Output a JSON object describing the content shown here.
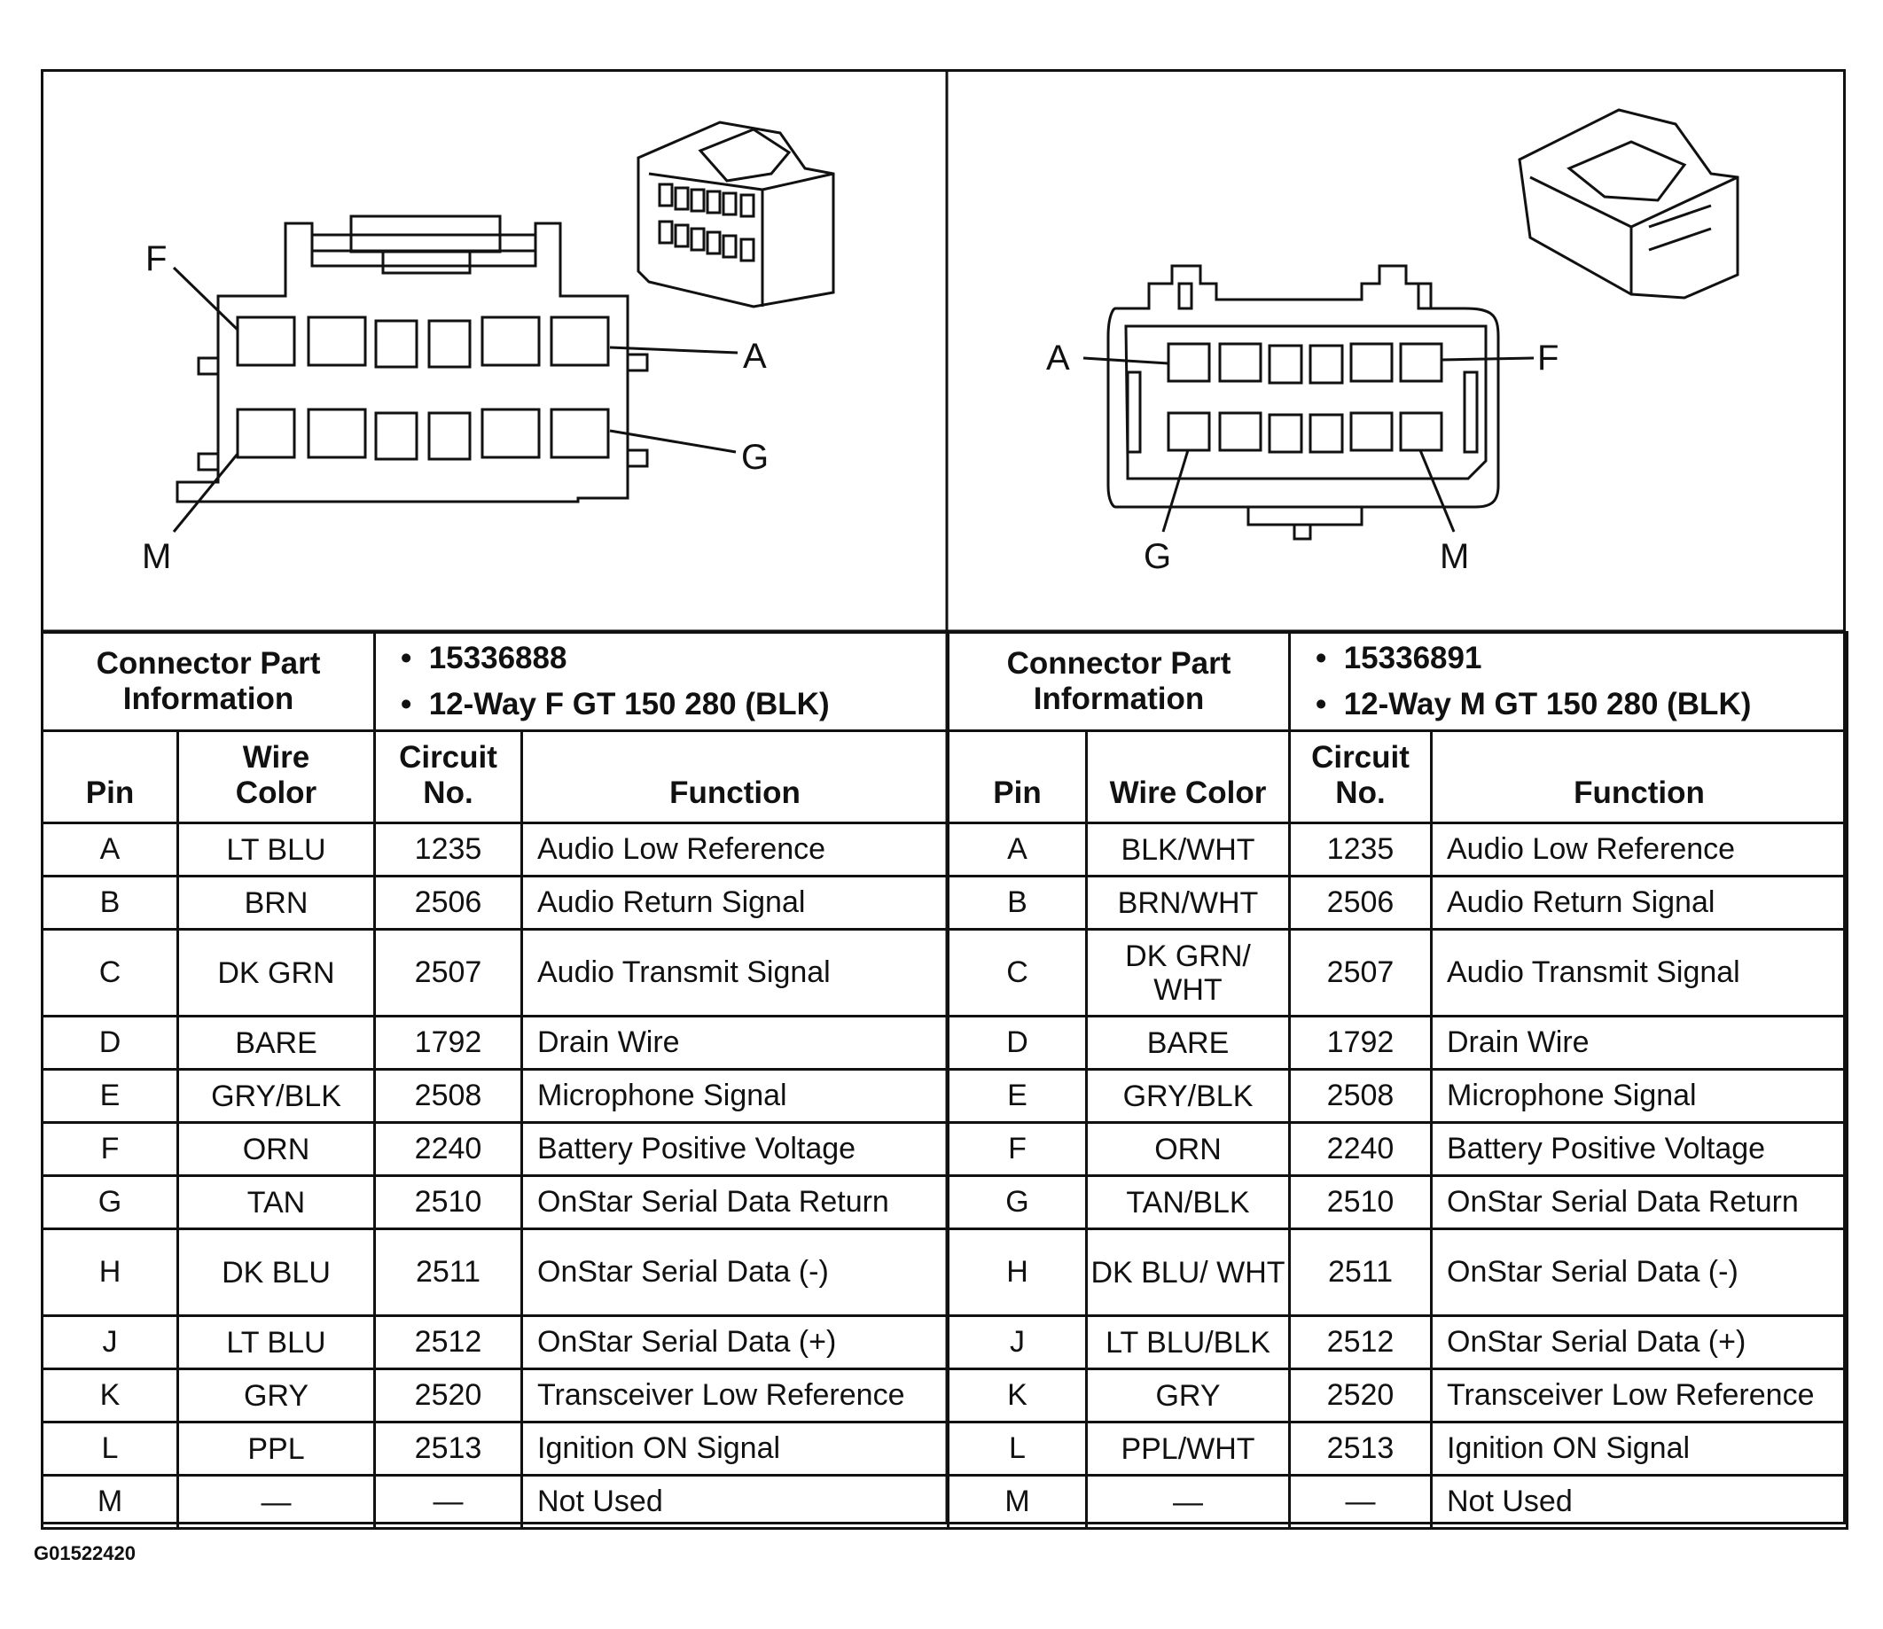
{
  "left": {
    "info_label": "Connector Part Information",
    "part_numbers": [
      "15336888",
      "12-Way F GT 150 280 (BLK)"
    ],
    "headers": {
      "pin": "Pin",
      "wire_color": "Wire Color",
      "circuit": "Circuit No.",
      "function": "Function"
    },
    "pin_labels": {
      "top_left": "F",
      "top_right": "A",
      "bottom_right": "G",
      "bottom_left": "M"
    },
    "rows": [
      {
        "pin": "A",
        "wire_color": "LT BLU",
        "circuit": "1235",
        "function": "Audio Low Reference"
      },
      {
        "pin": "B",
        "wire_color": "BRN",
        "circuit": "2506",
        "function": "Audio Return Signal"
      },
      {
        "pin": "C",
        "wire_color": "DK GRN",
        "circuit": "2507",
        "function": "Audio Transmit Signal"
      },
      {
        "pin": "D",
        "wire_color": "BARE",
        "circuit": "1792",
        "function": "Drain Wire"
      },
      {
        "pin": "E",
        "wire_color": "GRY/BLK",
        "circuit": "2508",
        "function": "Microphone Signal"
      },
      {
        "pin": "F",
        "wire_color": "ORN",
        "circuit": "2240",
        "function": "Battery Positive Voltage"
      },
      {
        "pin": "G",
        "wire_color": "TAN",
        "circuit": "2510",
        "function": "OnStar Serial Data Return"
      },
      {
        "pin": "H",
        "wire_color": "DK BLU",
        "circuit": "2511",
        "function": "OnStar Serial Data (-)"
      },
      {
        "pin": "J",
        "wire_color": "LT BLU",
        "circuit": "2512",
        "function": "OnStar Serial Data (+)"
      },
      {
        "pin": "K",
        "wire_color": "GRY",
        "circuit": "2520",
        "function": "Transceiver Low Reference"
      },
      {
        "pin": "L",
        "wire_color": "PPL",
        "circuit": "2513",
        "function": "Ignition ON Signal"
      },
      {
        "pin": "M",
        "wire_color": "—",
        "circuit": "—",
        "function": "Not Used"
      }
    ]
  },
  "right": {
    "info_label": "Connector Part Information",
    "part_numbers": [
      "15336891",
      "12-Way M GT 150 280 (BLK)"
    ],
    "headers": {
      "pin": "Pin",
      "wire_color": "Wire Color",
      "circuit": "Circuit No.",
      "function": "Function"
    },
    "pin_labels": {
      "top_left": "A",
      "top_right": "F",
      "bottom_left": "G",
      "bottom_right": "M"
    },
    "rows": [
      {
        "pin": "A",
        "wire_color": "BLK/WHT",
        "circuit": "1235",
        "function": "Audio Low Reference"
      },
      {
        "pin": "B",
        "wire_color": "BRN/WHT",
        "circuit": "2506",
        "function": "Audio Return Signal"
      },
      {
        "pin": "C",
        "wire_color": "DK GRN/ WHT",
        "circuit": "2507",
        "function": "Audio Transmit Signal"
      },
      {
        "pin": "D",
        "wire_color": "BARE",
        "circuit": "1792",
        "function": "Drain Wire"
      },
      {
        "pin": "E",
        "wire_color": "GRY/BLK",
        "circuit": "2508",
        "function": "Microphone Signal"
      },
      {
        "pin": "F",
        "wire_color": "ORN",
        "circuit": "2240",
        "function": "Battery Positive Voltage"
      },
      {
        "pin": "G",
        "wire_color": "TAN/BLK",
        "circuit": "2510",
        "function": "OnStar Serial Data Return"
      },
      {
        "pin": "H",
        "wire_color": "DK BLU/ WHT",
        "circuit": "2511",
        "function": "OnStar Serial Data (-)"
      },
      {
        "pin": "J",
        "wire_color": "LT BLU/BLK",
        "circuit": "2512",
        "function": "OnStar Serial Data (+)"
      },
      {
        "pin": "K",
        "wire_color": "GRY",
        "circuit": "2520",
        "function": "Transceiver Low Reference"
      },
      {
        "pin": "L",
        "wire_color": "PPL/WHT",
        "circuit": "2513",
        "function": "Ignition ON Signal"
      },
      {
        "pin": "M",
        "wire_color": "—",
        "circuit": "—",
        "function": "Not Used"
      }
    ]
  },
  "figure_id": "G01522420"
}
